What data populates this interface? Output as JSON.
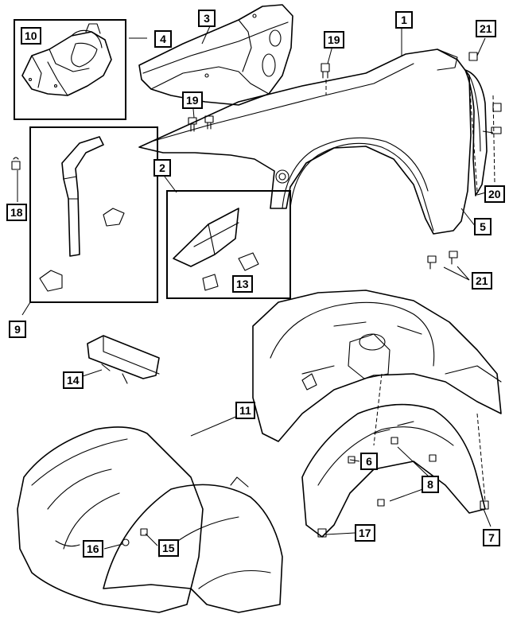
{
  "callouts": {
    "c1": "1",
    "c2": "2",
    "c3": "3",
    "c4": "4",
    "c5": "5",
    "c6": "6",
    "c7": "7",
    "c8": "8",
    "c9": "9",
    "c10": "10",
    "c11": "11",
    "c13": "13",
    "c14": "14",
    "c15": "15",
    "c16": "16",
    "c17": "17",
    "c18": "18",
    "c19a": "19",
    "c19b": "19",
    "c20": "20",
    "c21a": "21",
    "c21b": "21"
  },
  "colors": {
    "line": "#000000",
    "background": "#ffffff"
  }
}
